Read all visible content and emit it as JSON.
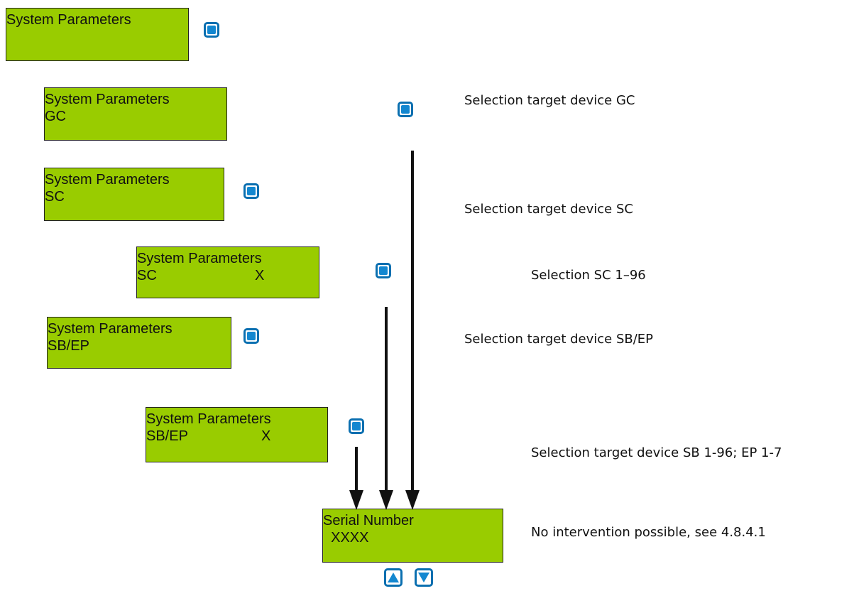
{
  "screens": [
    {
      "line1": "System Parameters",
      "line2": "",
      "value": ""
    },
    {
      "line1": "System Parameters",
      "line2": "GC",
      "value": ""
    },
    {
      "line1": "System Parameters",
      "line2": "SC",
      "value": ""
    },
    {
      "line1": "System Parameters",
      "line2": "SC",
      "value": "X"
    },
    {
      "line1": "System Parameters",
      "line2": "SB/EP",
      "value": ""
    },
    {
      "line1": "System Parameters",
      "line2": "SB/EP",
      "value": "X"
    },
    {
      "line1": "Serial Number",
      "line2": "  XXXX",
      "value": ""
    }
  ],
  "descriptions": [
    "Selection target device GC",
    "Selection target device SC",
    "Selection SC 1–96",
    "Selection target device SB/EP",
    "Selection target device SB 1-96; EP 1-7",
    "No intervention possible, see 4.8.4.1"
  ],
  "buttons": {
    "enter_icon": "enter-key-icon",
    "up_icon": "up-arrow-key-icon",
    "down_icon": "down-arrow-key-icon"
  },
  "colors": {
    "lcd_background": "#99cc00",
    "key_border": "#0a6fb0",
    "key_fill": "#1387d0"
  }
}
